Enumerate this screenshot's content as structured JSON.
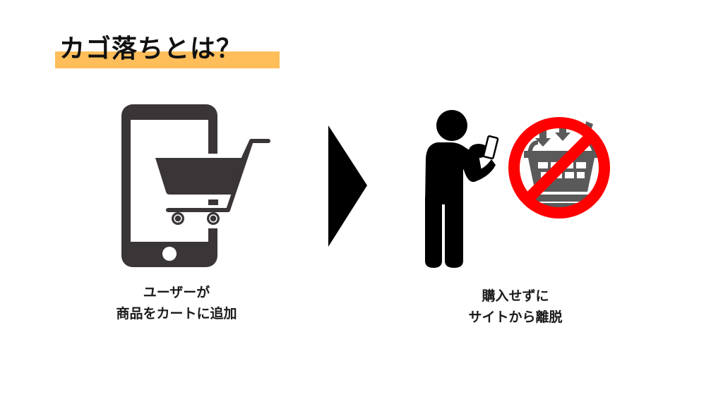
{
  "title": {
    "text": "カゴ落ちとは？",
    "highlight_color": "#FFBE5A"
  },
  "steps": [
    {
      "icon": "smartphone-cart-icon",
      "caption_line1": "ユーザーが",
      "caption_line2": "商品をカートに追加"
    },
    {
      "icon": "arrow-right-icon"
    },
    {
      "icon": "person-with-phone-icon",
      "secondary_icon": "no-cart-prohibited-icon",
      "caption_line1": "購入せずに",
      "caption_line2": "サイトから離脱"
    }
  ],
  "colors": {
    "icon_dark": "#3A3536",
    "arrow": "#000000",
    "person": "#000000",
    "prohibit_red": "#FF0000",
    "basket_gray": "#5A5A5A"
  }
}
